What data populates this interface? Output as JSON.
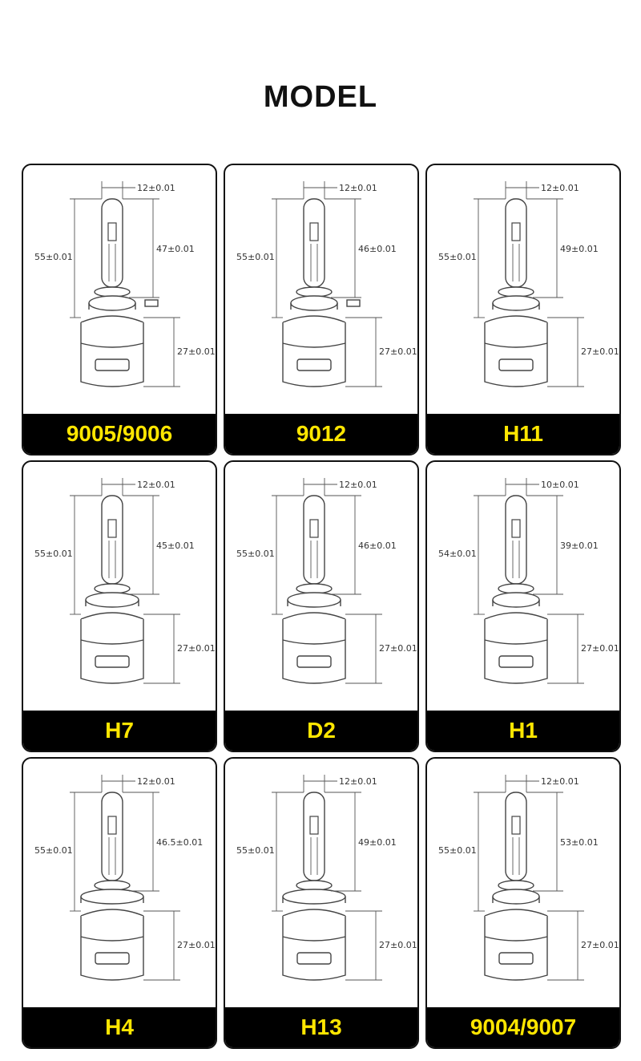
{
  "title": "MODEL",
  "colors": {
    "label_bg": "#000000",
    "label_text": "#ffe600",
    "line": "#444444"
  },
  "models": [
    {
      "name": "9005/9006",
      "width": "12±0.01",
      "total": "55±0.01",
      "chip": "47±0.01",
      "base": "27±0.01"
    },
    {
      "name": "9012",
      "width": "12±0.01",
      "total": "55±0.01",
      "chip": "46±0.01",
      "base": "27±0.01"
    },
    {
      "name": "H11",
      "width": "12±0.01",
      "total": "55±0.01",
      "chip": "49±0.01",
      "base": "27±0.01"
    },
    {
      "name": "H7",
      "width": "12±0.01",
      "total": "55±0.01",
      "chip": "45±0.01",
      "base": "27±0.01"
    },
    {
      "name": "D2",
      "width": "12±0.01",
      "total": "55±0.01",
      "chip": "46±0.01",
      "base": "27±0.01"
    },
    {
      "name": "H1",
      "width": "10±0.01",
      "total": "54±0.01",
      "chip": "39±0.01",
      "base": "27±0.01"
    },
    {
      "name": "H4",
      "width": "12±0.01",
      "total": "55±0.01",
      "chip": "46.5±0.01",
      "base": "27±0.01"
    },
    {
      "name": "H13",
      "width": "12±0.01",
      "total": "55±0.01",
      "chip": "49±0.01",
      "base": "27±0.01"
    },
    {
      "name": "9004/9007",
      "width": "12±0.01",
      "total": "55±0.01",
      "chip": "53±0.01",
      "base": "27±0.01"
    }
  ]
}
